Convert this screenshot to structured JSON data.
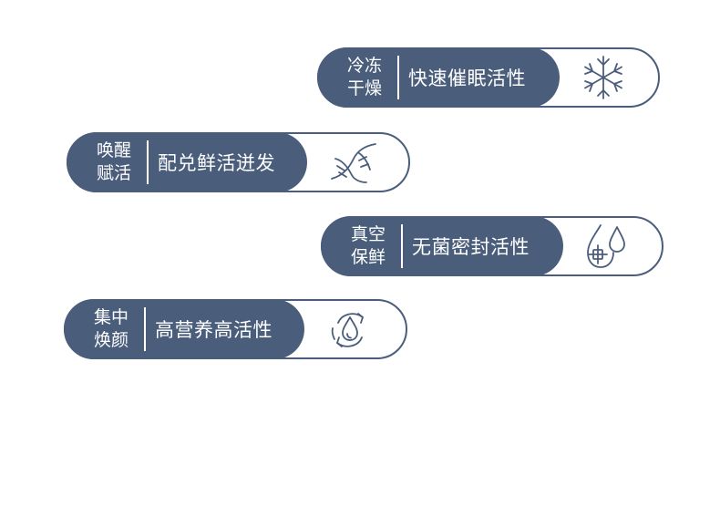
{
  "colors": {
    "accent": "#4a5e7c",
    "background": "#ffffff"
  },
  "items": [
    {
      "tag_line1": "冷冻",
      "tag_line2": "干燥",
      "feature": "快速催眠活性",
      "icon": "snowflake-icon"
    },
    {
      "tag_line1": "唤醒",
      "tag_line2": "赋活",
      "feature": "配兑鲜活迸发",
      "icon": "dna-helix-icon"
    },
    {
      "tag_line1": "真空",
      "tag_line2": "保鲜",
      "feature": "无菌密封活性",
      "icon": "water-drops-plus-icon"
    },
    {
      "tag_line1": "集中",
      "tag_line2": "焕颜",
      "feature": "高营养高活性",
      "icon": "drop-cycle-icon"
    }
  ]
}
